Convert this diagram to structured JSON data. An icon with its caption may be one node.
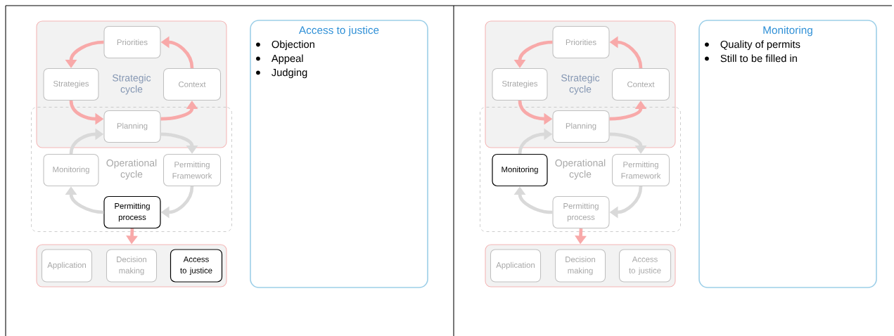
{
  "diagram": {
    "nodes": [
      {
        "text": [
          "Strategic cycle"
        ]
      },
      {
        "text": [
          "Priorities"
        ],
        "in": 0
      },
      {
        "text": [
          "Strategies"
        ],
        "in": 0
      },
      {
        "text": [
          "Context"
        ],
        "in": 0
      },
      {
        "text": [
          "Operational cycle"
        ]
      },
      {
        "text": [
          "Planning"
        ]
      },
      {
        "text": [
          "Monitoring"
        ],
        "in": 4
      },
      {
        "text": [
          "Permitting Framework"
        ],
        "in": 4
      },
      {
        "text": [
          "Permitting process"
        ],
        "in": 4
      },
      {
        "text": [],
        "shape": "box"
      },
      {
        "text": [
          "Application"
        ],
        "in": 9
      },
      {
        "text": [
          "Decision making"
        ],
        "in": 9
      },
      {
        "text": [
          "Access to justice"
        ],
        "in": 9
      },
      {
        "text": [
          "Access to justice",
          "Objection",
          "Appeal",
          "Judging"
        ]
      },
      {
        "text": [
          "Strategic cycle"
        ]
      },
      {
        "text": [
          "Priorities"
        ],
        "in": 14
      },
      {
        "text": [
          "Strategies"
        ],
        "in": 14
      },
      {
        "text": [
          "Context"
        ],
        "in": 14
      },
      {
        "text": [
          "Operational cycle"
        ]
      },
      {
        "text": [
          "Planning"
        ]
      },
      {
        "text": [
          "Monitoring"
        ],
        "in": 18
      },
      {
        "text": [
          "Permitting Framework"
        ],
        "in": 18
      },
      {
        "text": [
          "Permitting process"
        ],
        "in": 18
      },
      {
        "text": [],
        "shape": "box"
      },
      {
        "text": [
          "Application"
        ],
        "in": 23
      },
      {
        "text": [
          "Decision making"
        ],
        "in": 23
      },
      {
        "text": [
          "Access to justice"
        ],
        "in": 23
      },
      {
        "text": [
          "Monitoring",
          "Quality of permits",
          "Still to be filled in"
        ]
      }
    ],
    "edges": [
      {
        "from": 1,
        "to": 2,
        "arrow": "to"
      },
      {
        "from": 2,
        "to": 5,
        "arrow": "to"
      },
      {
        "from": 5,
        "to": 3,
        "arrow": "to"
      },
      {
        "from": 3,
        "to": 1,
        "arrow": "to"
      },
      {
        "from": 5,
        "to": 7,
        "arrow": "to",
        "color": "#d9d9d9"
      },
      {
        "from": 7,
        "to": 8,
        "arrow": "to",
        "color": "#d9d9d9"
      },
      {
        "from": 8,
        "to": 6,
        "arrow": "to",
        "color": "#d9d9d9"
      },
      {
        "from": 6,
        "to": 5,
        "arrow": "to",
        "color": "#d9d9d9"
      },
      {
        "from": 8,
        "to": 9,
        "arrow": "to"
      },
      {
        "from": 15,
        "to": 16,
        "arrow": "to"
      },
      {
        "from": 16,
        "to": 19,
        "arrow": "to"
      },
      {
        "from": 19,
        "to": 17,
        "arrow": "to"
      },
      {
        "from": 17,
        "to": 15,
        "arrow": "to"
      },
      {
        "from": 19,
        "to": 21,
        "arrow": "to",
        "color": "#d9d9d9"
      },
      {
        "from": 21,
        "to": 22,
        "arrow": "to",
        "color": "#d9d9d9"
      },
      {
        "from": 22,
        "to": 20,
        "arrow": "to",
        "color": "#d9d9d9"
      },
      {
        "from": 20,
        "to": 19,
        "arrow": "to",
        "color": "#d9d9d9"
      },
      {
        "from": 22,
        "to": 23,
        "arrow": "to"
      }
    ]
  }
}
